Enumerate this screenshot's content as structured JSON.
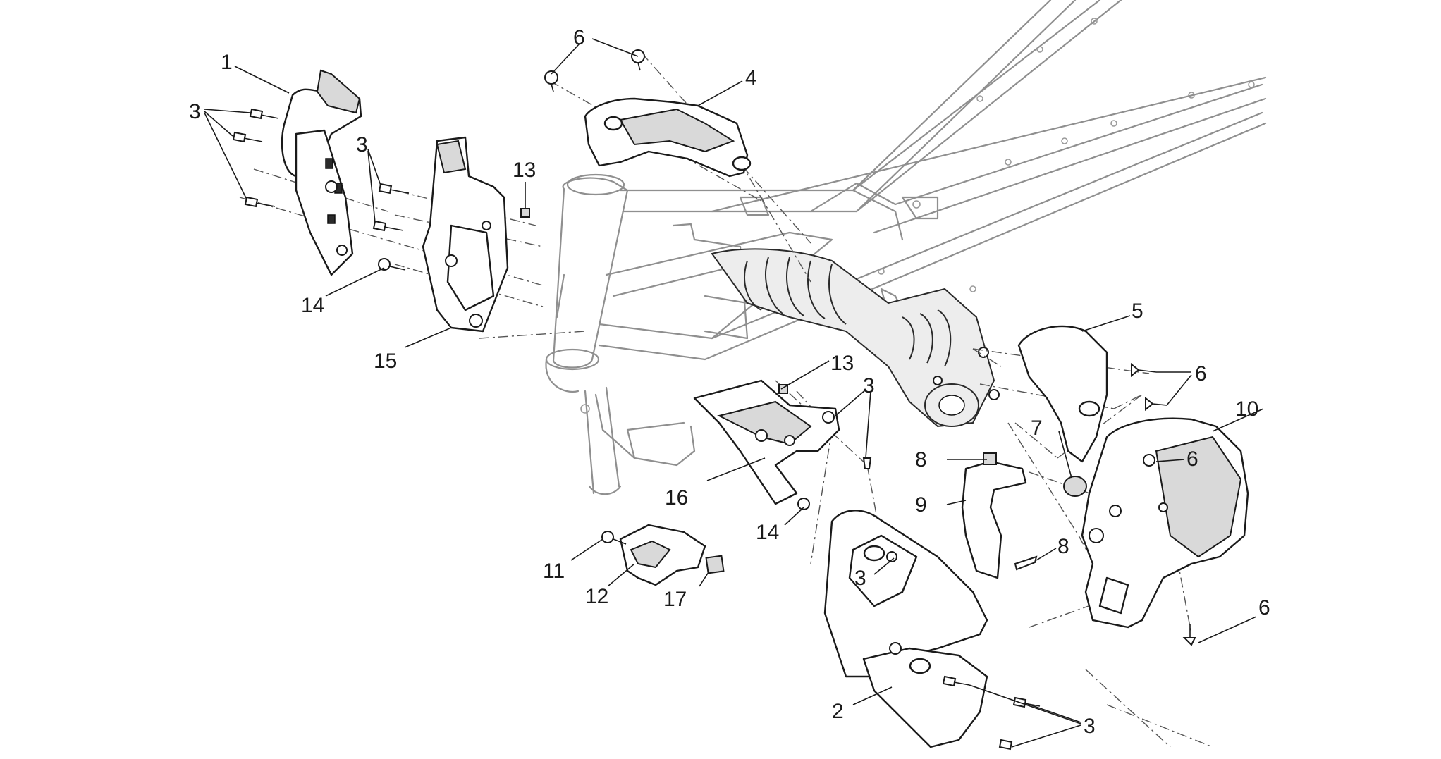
{
  "diagram": {
    "callouts": [
      {
        "label": "1"
      },
      {
        "label": "3"
      },
      {
        "label": "3"
      },
      {
        "label": "14"
      },
      {
        "label": "15"
      },
      {
        "label": "13"
      },
      {
        "label": "6"
      },
      {
        "label": "4"
      },
      {
        "label": "5"
      },
      {
        "label": "6"
      },
      {
        "label": "13"
      },
      {
        "label": "3"
      },
      {
        "label": "16"
      },
      {
        "label": "14"
      },
      {
        "label": "7"
      },
      {
        "label": "8"
      },
      {
        "label": "9"
      },
      {
        "label": "10"
      },
      {
        "label": "6"
      },
      {
        "label": "8"
      },
      {
        "label": "6"
      },
      {
        "label": "3"
      },
      {
        "label": "11"
      },
      {
        "label": "12"
      },
      {
        "label": "17"
      },
      {
        "label": "2"
      },
      {
        "label": "3"
      }
    ]
  }
}
